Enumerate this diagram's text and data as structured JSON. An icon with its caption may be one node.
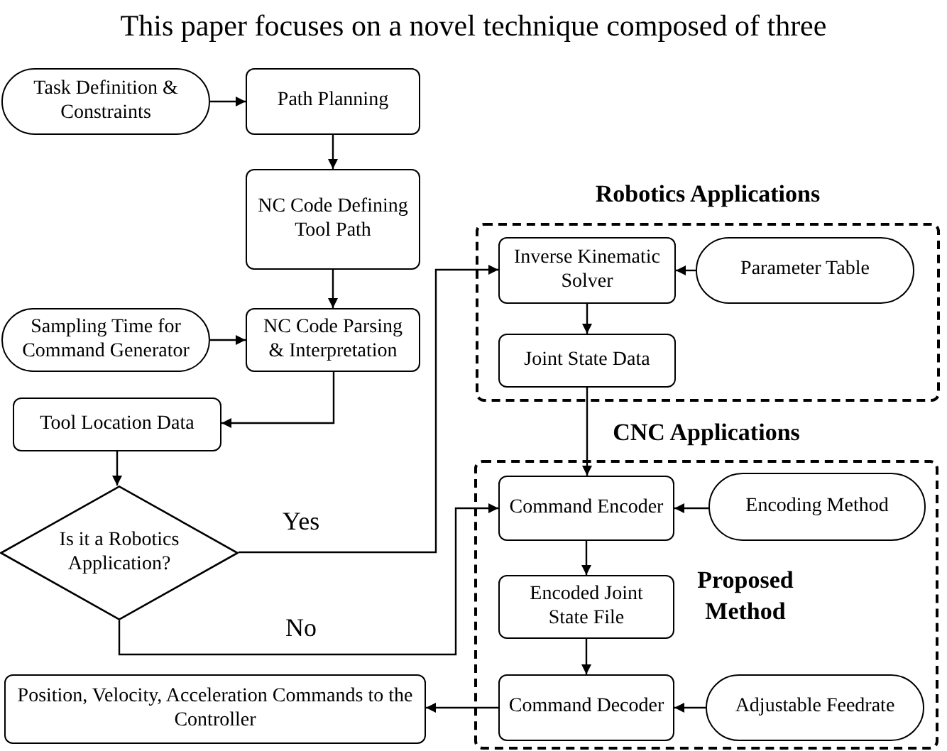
{
  "diagram": {
    "nodes": [
      {
        "text": [
          "Task Definition & Constraints"
        ]
      },
      {
        "text": [
          "Path Planning"
        ]
      },
      {
        "text": [
          "NC Code Defining Tool Path"
        ]
      },
      {
        "text": [
          "Sampling Time for Command Generator"
        ]
      },
      {
        "text": [
          "NC Code Parsing & Interpretation"
        ]
      },
      {
        "text": [
          "Tool Location Data"
        ]
      },
      {
        "text": [
          "Is it a Robotics Application?"
        ]
      },
      {
        "text": [
          "Robotics Applications"
        ]
      },
      {
        "text": [
          "Inverse Kinematic Solver"
        ],
        "in": 7
      },
      {
        "text": [
          "Parameter Table"
        ],
        "in": 7
      },
      {
        "text": [
          "Joint State Data"
        ],
        "in": 7
      },
      {
        "text": [
          "CNC Applications",
          "Proposed Method"
        ]
      },
      {
        "text": [
          "Command Encoder"
        ],
        "in": 11
      },
      {
        "text": [
          "Encoding Method"
        ],
        "in": 11
      },
      {
        "text": [
          "Encoded Joint State File"
        ],
        "in": 11
      },
      {
        "text": [
          "Command Decoder"
        ],
        "in": 11
      },
      {
        "text": [
          "Adjustable Feedrate"
        ],
        "in": 11
      },
      {
        "text": [
          "Position, Velocity, Acceleration Commands to the Controller"
        ]
      }
    ],
    "edges": [
      {
        "from": 0,
        "to": 1,
        "arrow": "to"
      },
      {
        "from": 1,
        "to": 2,
        "arrow": "to"
      },
      {
        "from": 2,
        "to": 4,
        "arrow": "to"
      },
      {
        "from": 3,
        "to": 4,
        "arrow": "to"
      },
      {
        "from": 4,
        "to": 5,
        "arrow": "to"
      },
      {
        "from": 5,
        "to": 6,
        "arrow": "to"
      },
      {
        "from": 6,
        "to": 8,
        "arrow": "to",
        "label": "Yes"
      },
      {
        "from": 6,
        "to": 12,
        "arrow": "to",
        "label": "No"
      },
      {
        "from": 9,
        "to": 8,
        "arrow": "to"
      },
      {
        "from": 8,
        "to": 10,
        "arrow": "to"
      },
      {
        "from": 10,
        "to": 12,
        "arrow": "to"
      },
      {
        "from": 13,
        "to": 12,
        "arrow": "to"
      },
      {
        "from": 12,
        "to": 14,
        "arrow": "to"
      },
      {
        "from": 14,
        "to": 15,
        "arrow": "to"
      },
      {
        "from": 16,
        "to": 15,
        "arrow": "to"
      },
      {
        "from": 15,
        "to": 17,
        "arrow": "to"
      }
    ],
    "labels": [
      "This paper focuses on a novel technique composed of three"
    ]
  }
}
